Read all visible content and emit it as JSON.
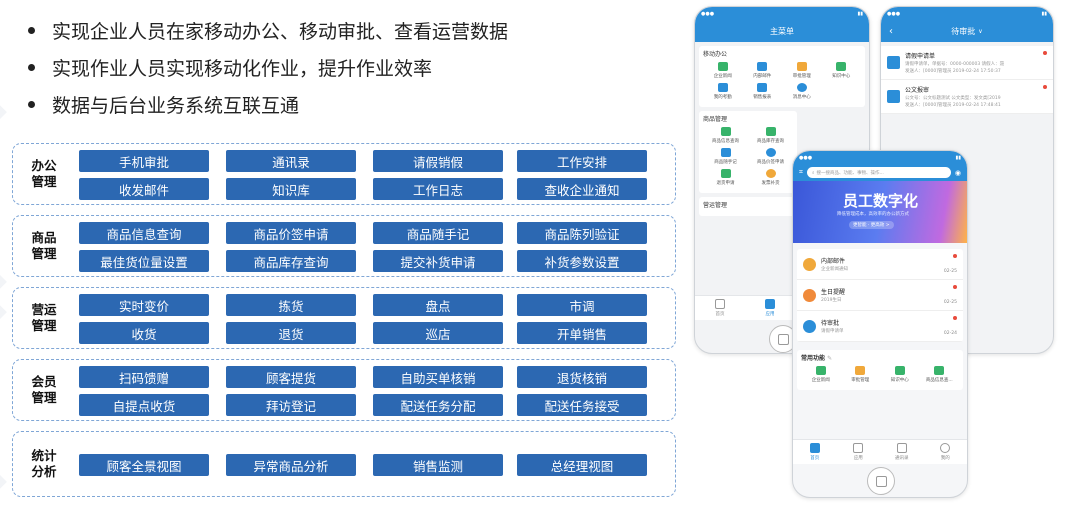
{
  "bullets": [
    "实现企业人员在家移动办公、移动审批、查看运营数据",
    "实现作业人员实现移动化作业，提升作业效率",
    "数据与后台业务系统互联互通"
  ],
  "sections": [
    {
      "label_line1": "办公",
      "label_line2": "管理",
      "rows": [
        [
          "手机审批",
          "通讯录",
          "请假销假",
          "工作安排"
        ],
        [
          "收发邮件",
          "知识库",
          "工作日志",
          "查收企业通知"
        ]
      ]
    },
    {
      "label_line1": "商品",
      "label_line2": "管理",
      "rows": [
        [
          "商品信息查询",
          "商品价签申请",
          "商品随手记",
          "商品陈列验证"
        ],
        [
          "最佳货位量设置",
          "商品库存查询",
          "提交补货申请",
          "补货参数设置"
        ]
      ]
    },
    {
      "label_line1": "营运",
      "label_line2": "管理",
      "rows": [
        [
          "实时变价",
          "拣货",
          "盘点",
          "市调"
        ],
        [
          "收货",
          "退货",
          "巡店",
          "开单销售"
        ]
      ]
    },
    {
      "label_line1": "会员",
      "label_line2": "管理",
      "rows": [
        [
          "扫码馈赠",
          "顾客提货",
          "自助买单核销",
          "退货核销"
        ],
        [
          "自提点收货",
          "拜访登记",
          "配送任务分配",
          "配送任务接受"
        ]
      ]
    },
    {
      "label_line1": "统计",
      "label_line2": "分析",
      "rows": [
        [
          "顾客全景视图",
          "异常商品分析",
          "销售监测",
          "总经理视图"
        ]
      ]
    }
  ],
  "phone1": {
    "title": "主菜单",
    "office_title": "移动办公",
    "office_items": [
      "企业新闻",
      "内部邮件",
      "审批管理",
      "知识中心",
      "我的考勤",
      "销售报表",
      "消息中心"
    ],
    "goods_title": "商品管理",
    "goods_items": [
      "商品信息查询",
      "商品库存查询",
      "商品随手记",
      "商品价签申请",
      "退货申请",
      "发票补货"
    ],
    "ops_title": "营运管理",
    "tabs": [
      "首页",
      "应用"
    ]
  },
  "phone2": {
    "title": "待审批",
    "items": [
      {
        "title": "请假申请单",
        "line1": "请假申请单，单据号：0000-000003 请假人：聂",
        "line2": "发送人：[0000]管理员    2019-02-24 17:50:37"
      },
      {
        "title": "公文报审",
        "line1": "公文号：公文标题测试 公文类型：发文类[2019",
        "line2": "发送人：[0000]管理员    2019-02-24 17:48:41"
      }
    ]
  },
  "phone3": {
    "search_placeholder": "搜一搜商品、功能、事物、操作...",
    "banner_title": "员工数字化",
    "banner_sub": "降低管理成本，高效率的办公新方式",
    "banner_link": "更智能 · 更高效 >",
    "messages": [
      {
        "title": "内部邮件",
        "sub": "企业新闻通知",
        "date": "02-25"
      },
      {
        "title": "生日提醒",
        "sub": "2019生日",
        "date": "02-25"
      },
      {
        "title": "待审批",
        "sub": "请假申请单",
        "date": "02-24"
      }
    ],
    "common_title": "常用功能",
    "common_items": [
      "企业新闻",
      "审批管理",
      "知识中心",
      "商品信息查..."
    ],
    "tabs": [
      "首页",
      "应用",
      "通讯录",
      "我的"
    ]
  },
  "colors": {
    "button": "#2c68b2",
    "app_blue": "#2b8ed8"
  }
}
